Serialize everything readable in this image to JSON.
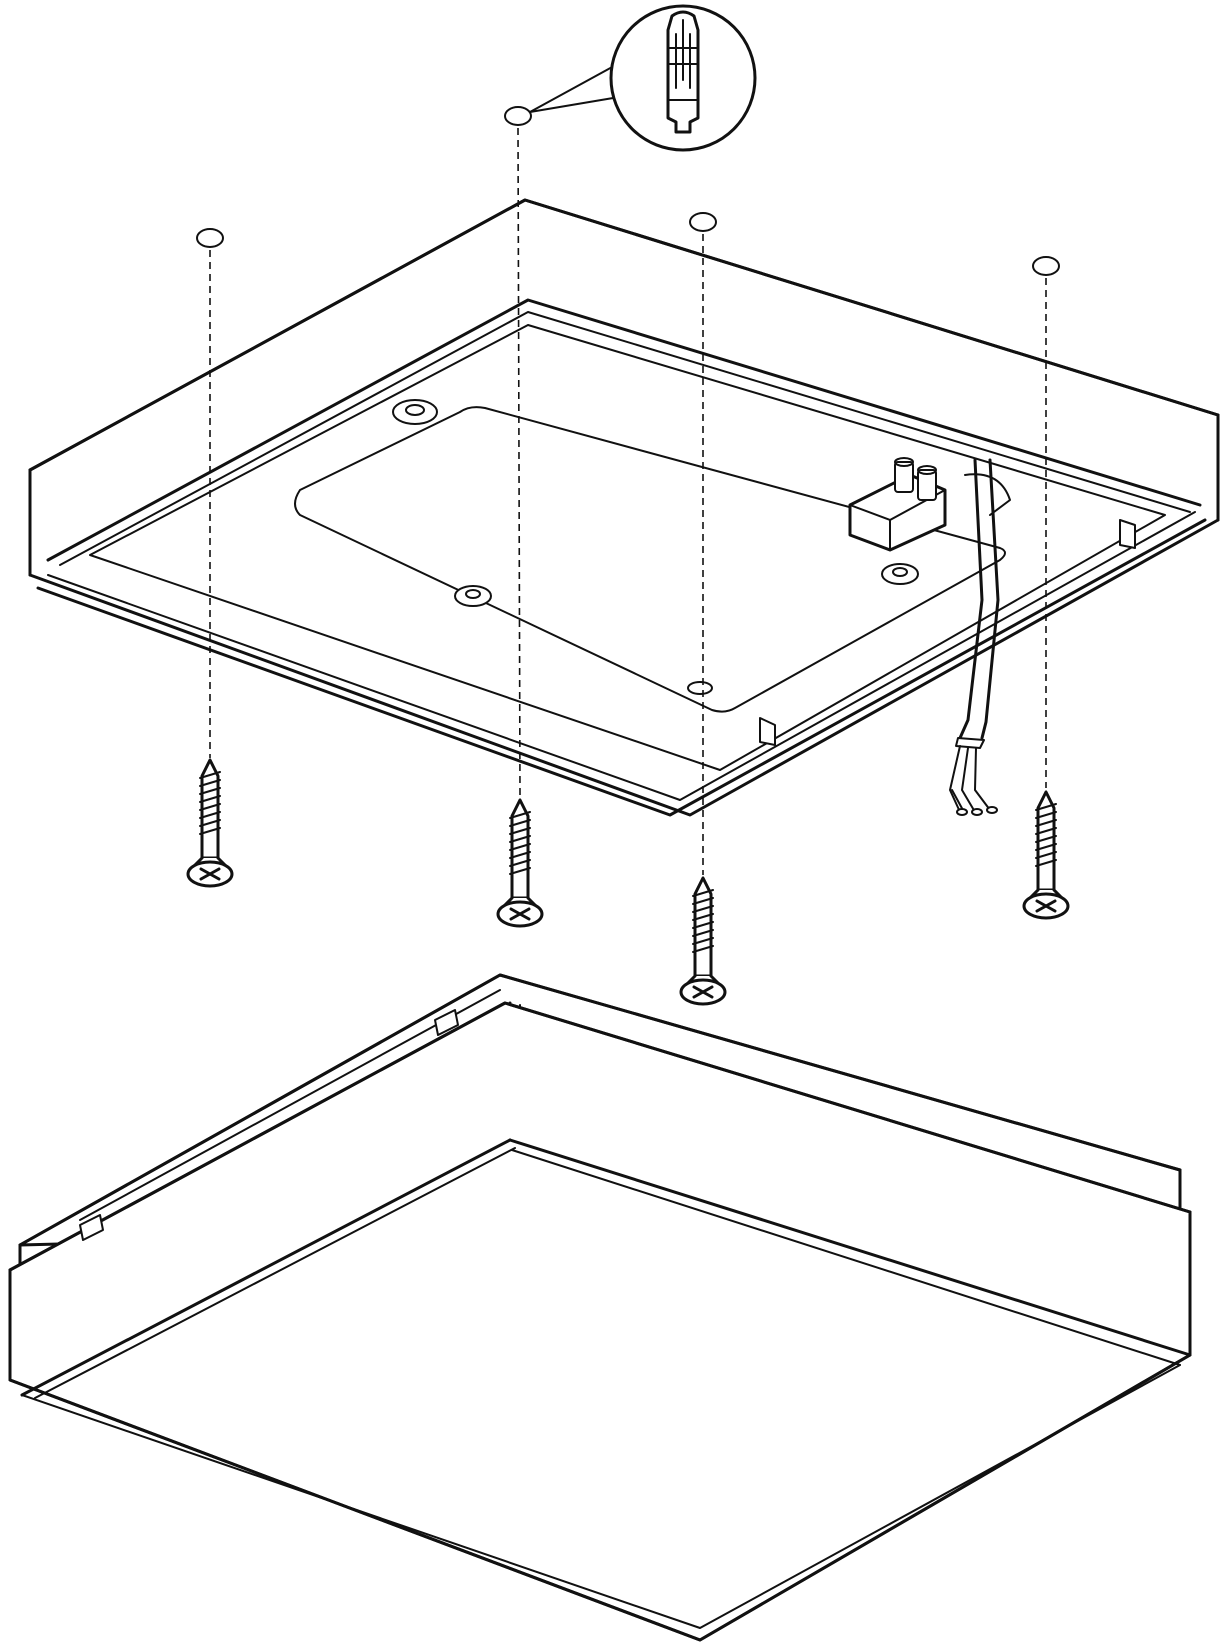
{
  "diagram": {
    "type": "exploded-assembly-drawing",
    "components": [
      "wall-plug",
      "mounting-base",
      "connector-block",
      "supply-cable",
      "screw",
      "diffuser-cover"
    ],
    "wall_plug_count": 4,
    "screw_count": 4,
    "line_color": "#111111",
    "background_color": "#ffffff"
  }
}
